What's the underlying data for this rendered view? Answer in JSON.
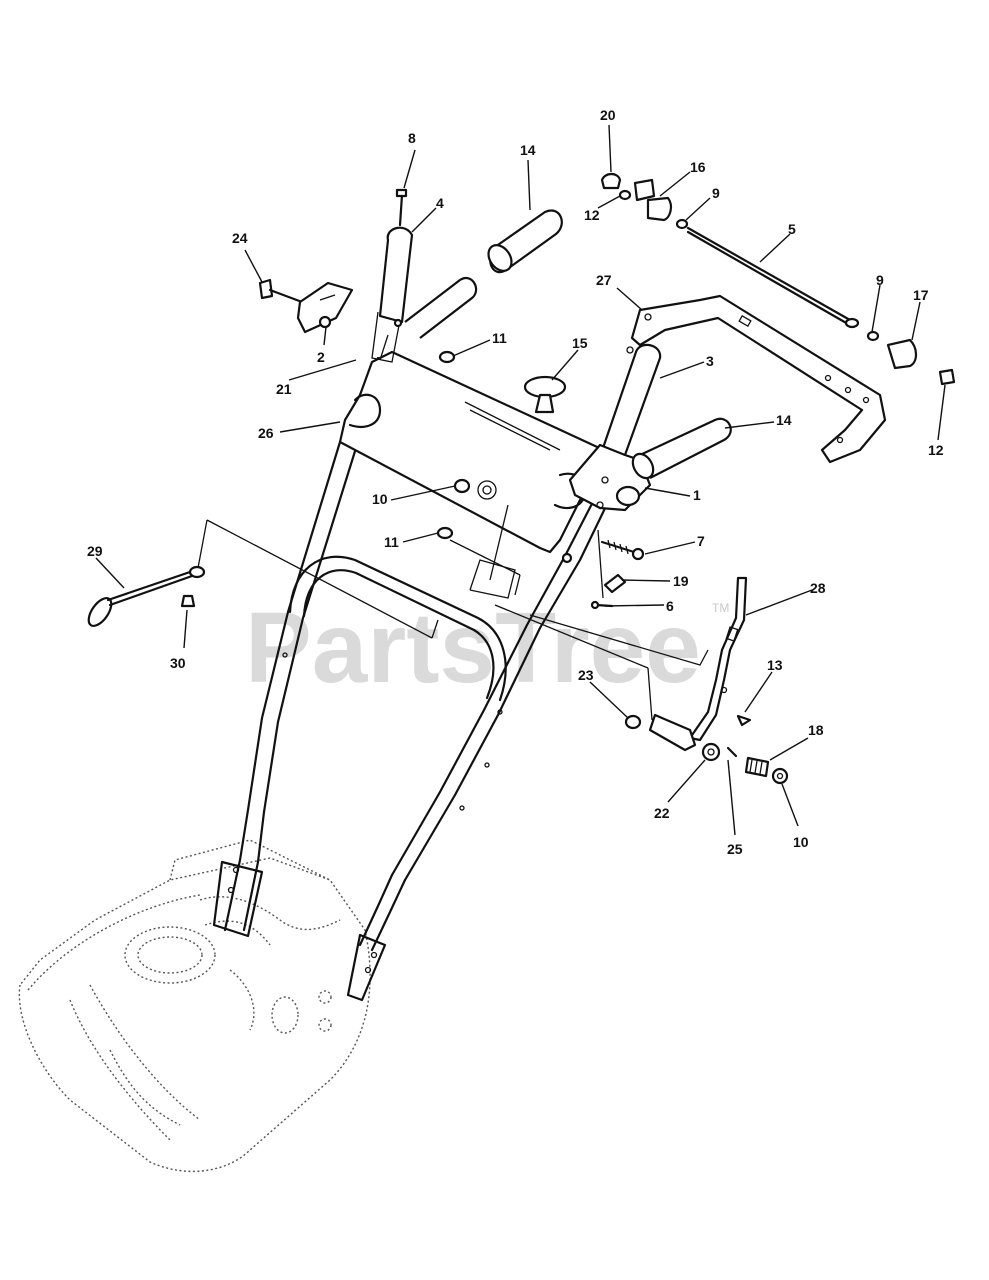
{
  "watermark": {
    "text": "PartsTree",
    "mark": "TM"
  },
  "callouts": [
    {
      "label": "8"
    },
    {
      "label": "14"
    },
    {
      "label": "20"
    },
    {
      "label": "16"
    },
    {
      "label": "9"
    },
    {
      "label": "12"
    },
    {
      "label": "4"
    },
    {
      "label": "24"
    },
    {
      "label": "5"
    },
    {
      "label": "27"
    },
    {
      "label": "9"
    },
    {
      "label": "17"
    },
    {
      "label": "2"
    },
    {
      "label": "11"
    },
    {
      "label": "15"
    },
    {
      "label": "3"
    },
    {
      "label": "21"
    },
    {
      "label": "14"
    },
    {
      "label": "26"
    },
    {
      "label": "12"
    },
    {
      "label": "10"
    },
    {
      "label": "1"
    },
    {
      "label": "11"
    },
    {
      "label": "7"
    },
    {
      "label": "29"
    },
    {
      "label": "19"
    },
    {
      "label": "28"
    },
    {
      "label": "6"
    },
    {
      "label": "30"
    },
    {
      "label": "13"
    },
    {
      "label": "23"
    },
    {
      "label": "18"
    },
    {
      "label": "22"
    },
    {
      "label": "25"
    },
    {
      "label": "10"
    }
  ]
}
